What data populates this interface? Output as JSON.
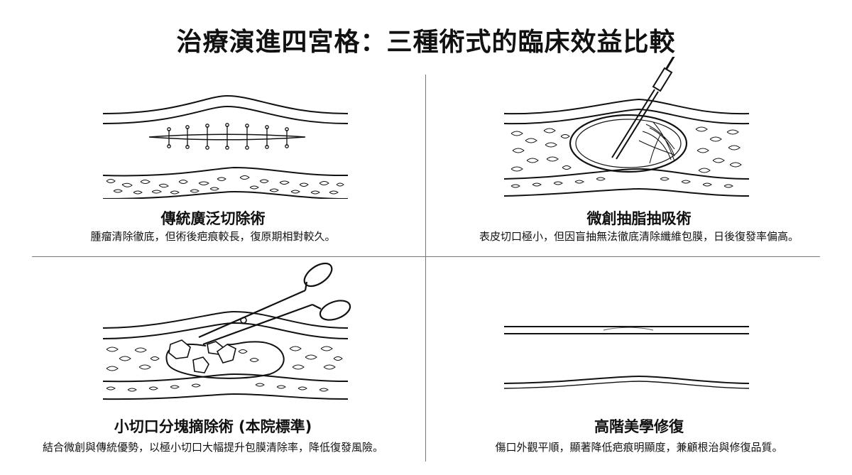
{
  "title": "治療演進四宮格：三種術式的臨床效益比較",
  "panels": [
    {
      "heading": "傳統廣泛切除術",
      "description": "腫瘤清除徹底，但術後疤痕較長，復原期相對較久。"
    },
    {
      "heading": "微創抽脂抽吸術",
      "description": "表皮切口極小，但因盲抽無法徹底清除纖維包膜，日後復發率偏高。"
    },
    {
      "heading": "小切口分塊摘除術 (本院標準)",
      "description": "結合微創與傳統優勢，以極小切口大幅提升包膜清除率，降低復發風險。"
    },
    {
      "heading": "高階美學修復",
      "description": "傷口外觀平順，顯著降低疤痕明顯度，兼顧根治與修復品質。"
    }
  ]
}
